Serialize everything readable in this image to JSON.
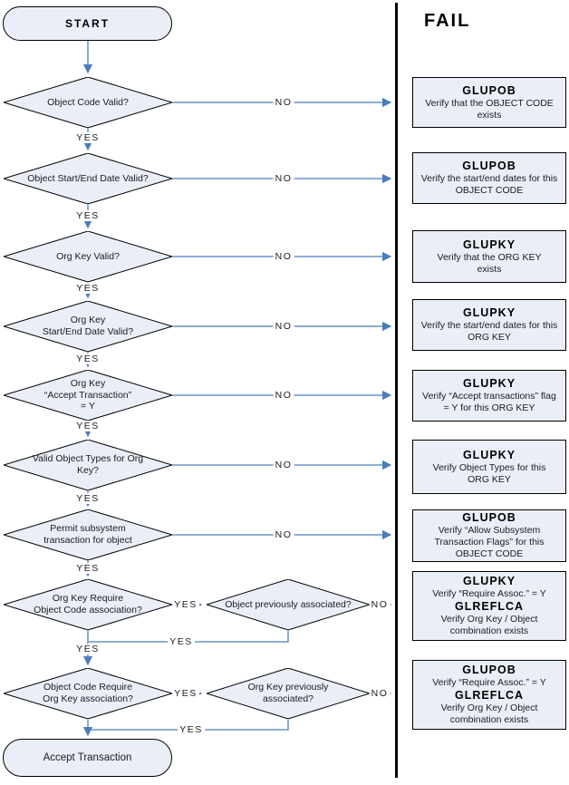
{
  "fail_title": "FAIL",
  "start_label": "START",
  "end_label": "Accept Transaction",
  "labels": {
    "yes": "YES",
    "no": "NO"
  },
  "colors": {
    "accent_line": "#4A7EBB",
    "shape_fill": "#E9EEF7",
    "shape_border": "#000000",
    "divider": "#000000"
  },
  "decisions": [
    {
      "label": "Object Code Valid?"
    },
    {
      "label": "Object Start/End Date Valid?"
    },
    {
      "label": "Org Key Valid?"
    },
    {
      "label": "Org Key\nStart/End Date Valid?"
    },
    {
      "label": "Org Key\n“Accept Transaction”\n= Y"
    },
    {
      "label": "Valid Object Types for Org\nKey?"
    },
    {
      "label": "Permit subsystem\ntransaction for object"
    },
    {
      "label": "Org Key Require\nObject Code association?"
    },
    {
      "label": "Object Code Require\nOrg Key association?"
    }
  ],
  "sub_decisions": [
    {
      "label": "Object previously associated?"
    },
    {
      "label": "Org Key previously\nassociated?"
    }
  ],
  "fail_boxes": [
    {
      "title": "GLUPOB",
      "body": "Verify that the OBJECT CODE\nexists"
    },
    {
      "title": "GLUPOB",
      "body": "Verify the start/end dates for this\nOBJECT CODE"
    },
    {
      "title": "GLUPKY",
      "body": "Verify that the ORG KEY\nexists"
    },
    {
      "title": "GLUPKY",
      "body": "Verify the start/end dates for this\nORG KEY"
    },
    {
      "title": "GLUPKY",
      "body": "Verify “Accept transactions” flag\n= Y for this ORG KEY"
    },
    {
      "title": "GLUPKY",
      "body": "Verify Object Types for this\nORG KEY"
    },
    {
      "title": "GLUPOB",
      "body": "Verify “Allow Subsystem\nTransaction Flags” for this\nOBJECT CODE"
    },
    {
      "title": "GLUPKY",
      "body": "Verify “Require Assoc.” = Y",
      "title2": "GLREFLCA",
      "body2": "Verify Org Key / Object\ncombination exists"
    },
    {
      "title": "GLUPOB",
      "body": "Verify “Require Assoc.” = Y",
      "title2": "GLREFLCA",
      "body2": "Verify Org Key / Object\ncombination exists"
    }
  ]
}
